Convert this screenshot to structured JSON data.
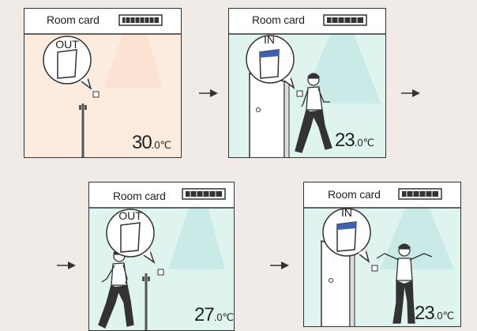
{
  "panels": [
    {
      "label": "Room card",
      "card_state": "OUT",
      "temp_int": "30",
      "temp_dec": ".0℃",
      "room_color": "#fcecdf"
    },
    {
      "label": "Room card",
      "card_state": "IN",
      "temp_int": "23",
      "temp_dec": ".0℃",
      "room_color": "#dff3ef"
    },
    {
      "label": "Room card",
      "card_state": "OUT",
      "temp_int": "27",
      "temp_dec": ".0℃",
      "room_color": "#dff3ef"
    },
    {
      "label": "Room card",
      "card_state": "IN",
      "temp_int": "23",
      "temp_dec": ".0℃",
      "room_color": "#dff3ef"
    }
  ],
  "colors": {
    "background": "#f0ebe6",
    "card_in": "#3f62b0",
    "airflow": "#c5e8e4",
    "airflow_warm": "#fbe0cf"
  },
  "icons": [
    "ceiling-cassette-ac-icon",
    "room-card-icon",
    "arrow-right-icon",
    "person-icon",
    "door-icon"
  ]
}
